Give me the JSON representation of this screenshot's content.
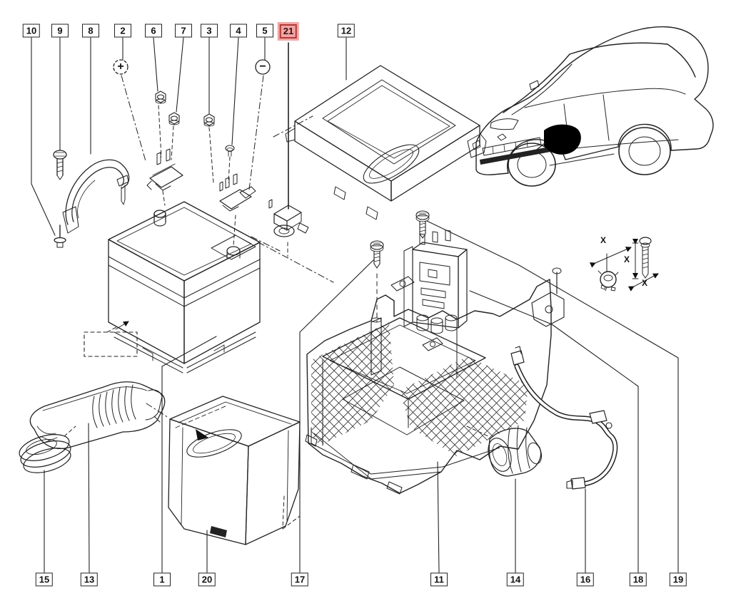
{
  "diagram": {
    "selected_part": "21",
    "labels": {
      "p1": "1",
      "p2": "2",
      "p3": "3",
      "p4": "4",
      "p5": "5",
      "p6": "6",
      "p7": "7",
      "p8": "8",
      "p9": "9",
      "p10": "10",
      "p11": "11",
      "p12": "12",
      "p13": "13",
      "p14": "14",
      "p15": "15",
      "p16": "16",
      "p17": "17",
      "p18": "18",
      "p19": "19",
      "p20": "20",
      "p21": "21"
    },
    "symbols": {
      "plus": "+",
      "minus": "−",
      "dimension": "X"
    },
    "colors": {
      "line": "#222222",
      "highlight_border": "#b03a36",
      "highlight_bg": "#f2a5a5",
      "paper": "#ffffff"
    }
  }
}
